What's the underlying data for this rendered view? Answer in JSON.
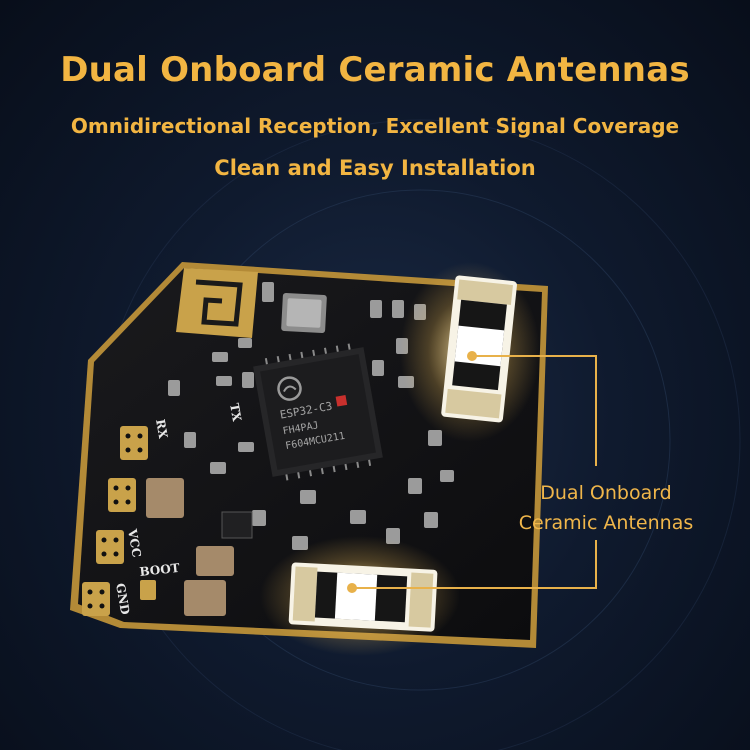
{
  "headline": {
    "title": "Dual Onboard Ceramic Antennas",
    "subtitle": "Omnidirectional Reception, Excellent Signal Coverage",
    "tagline": "Clean and Easy Installation"
  },
  "callout": {
    "line1": "Dual Onboard",
    "line2": "Ceramic Antennas"
  },
  "chip": {
    "line1": "ESP32-C3",
    "line2": "FH4PAJ",
    "line3": "F604MCU211"
  },
  "silkscreen": {
    "vcc": "VCC",
    "boot": "BOOT",
    "gnd": "GND",
    "rx": "RX",
    "tx": "TX"
  },
  "colors": {
    "accent": "#f2b542",
    "pcb": "#121214",
    "gold_pad": "#c9a24a",
    "background": "#0f1a2e"
  },
  "icons": {
    "logo": "espressif-logo-icon",
    "antenna_trace": "antenna-trace-icon"
  }
}
